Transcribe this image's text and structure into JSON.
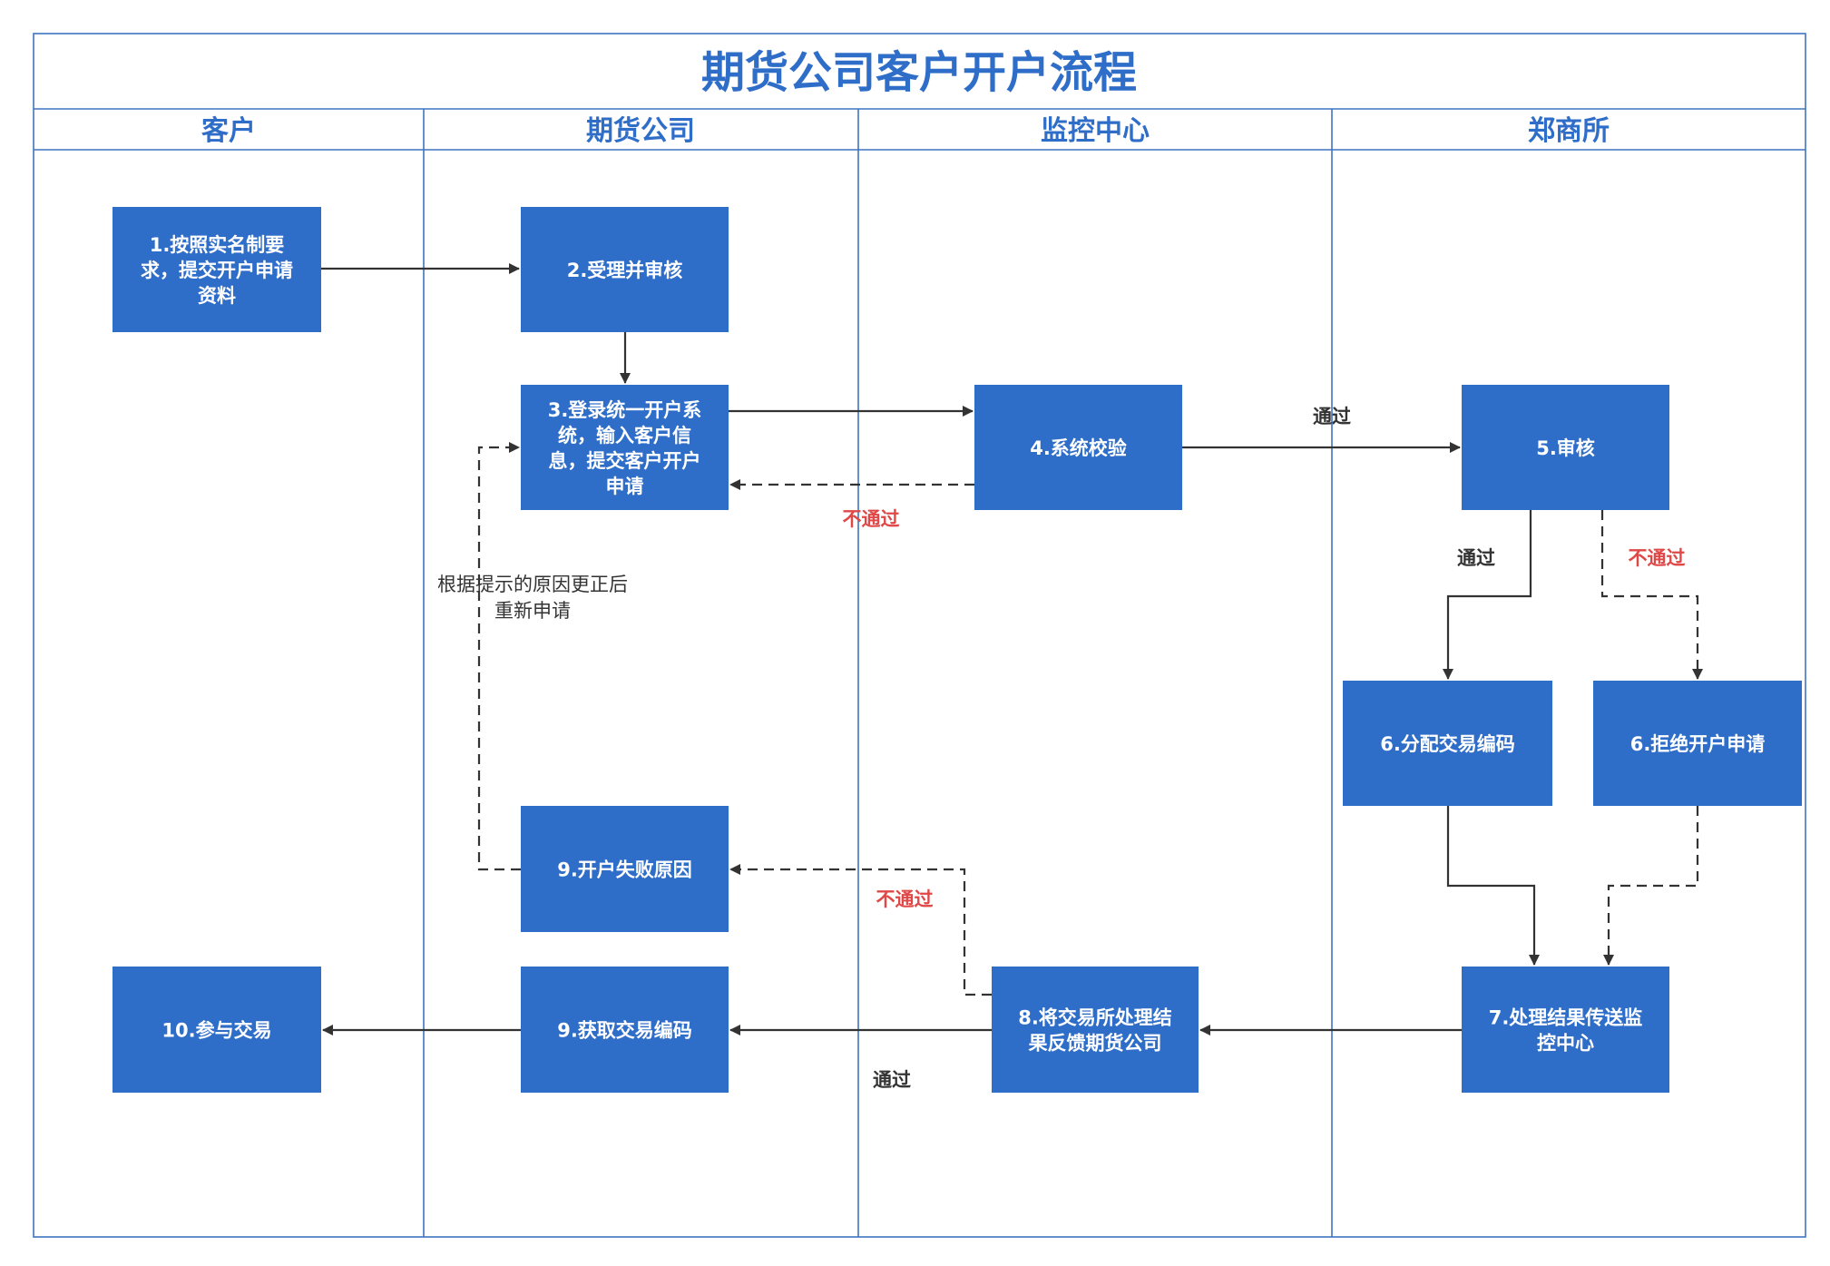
{
  "title": "期货公司客户开户流程",
  "colors": {
    "accent": "#2f6ec8",
    "box_fill": "#2f6ec8",
    "box_text": "#ffffff",
    "lane_border": "#3f74c0",
    "edge": "#333333",
    "fail_label": "#e04848"
  },
  "lanes": [
    {
      "id": "customer",
      "label": "客户"
    },
    {
      "id": "futures_company",
      "label": "期货公司"
    },
    {
      "id": "monitoring_center",
      "label": "监控中心"
    },
    {
      "id": "zce",
      "label": "郑商所"
    }
  ],
  "nodes": [
    {
      "id": "n1",
      "lane": "customer",
      "lines": [
        "1.按照实名制要",
        "求，提交开户申请",
        "资料"
      ]
    },
    {
      "id": "n2",
      "lane": "futures_company",
      "lines": [
        "2.受理并审核"
      ]
    },
    {
      "id": "n3",
      "lane": "futures_company",
      "lines": [
        "3.登录统一开户系",
        "统，输入客户信",
        "息，提交客户开户",
        "申请"
      ]
    },
    {
      "id": "n4",
      "lane": "monitoring_center",
      "lines": [
        "4.系统校验"
      ]
    },
    {
      "id": "n5",
      "lane": "zce",
      "lines": [
        "5.审核"
      ]
    },
    {
      "id": "n6a",
      "lane": "zce",
      "lines": [
        "6.分配交易编码"
      ]
    },
    {
      "id": "n6b",
      "lane": "zce",
      "lines": [
        "6.拒绝开户申请"
      ]
    },
    {
      "id": "n7",
      "lane": "zce",
      "lines": [
        "7.处理结果传送监",
        "控中心"
      ]
    },
    {
      "id": "n8",
      "lane": "monitoring_center",
      "lines": [
        "8.将交易所处理结",
        "果反馈期货公司"
      ]
    },
    {
      "id": "n9f",
      "lane": "futures_company",
      "lines": [
        "9.开户失败原因"
      ]
    },
    {
      "id": "n9g",
      "lane": "futures_company",
      "lines": [
        "9.获取交易编码"
      ]
    },
    {
      "id": "n10",
      "lane": "customer",
      "lines": [
        "10.参与交易"
      ]
    }
  ],
  "edges": [
    {
      "from": "n1",
      "to": "n2",
      "style": "solid",
      "label": ""
    },
    {
      "from": "n2",
      "to": "n3",
      "style": "solid",
      "label": ""
    },
    {
      "from": "n3",
      "to": "n4",
      "style": "solid",
      "label": ""
    },
    {
      "from": "n4",
      "to": "n3",
      "style": "dashed",
      "label": "不通过",
      "label_type": "fail"
    },
    {
      "from": "n4",
      "to": "n5",
      "style": "solid",
      "label": "通过",
      "label_type": "pass"
    },
    {
      "from": "n5",
      "to": "n6a",
      "style": "solid",
      "label": "通过",
      "label_type": "pass"
    },
    {
      "from": "n5",
      "to": "n6b",
      "style": "dashed",
      "label": "不通过",
      "label_type": "fail"
    },
    {
      "from": "n6a",
      "to": "n7",
      "style": "solid",
      "label": ""
    },
    {
      "from": "n6b",
      "to": "n7",
      "style": "dashed",
      "label": ""
    },
    {
      "from": "n7",
      "to": "n8",
      "style": "solid",
      "label": ""
    },
    {
      "from": "n8",
      "to": "n9g",
      "style": "solid",
      "label": "通过",
      "label_type": "pass"
    },
    {
      "from": "n8",
      "to": "n9f",
      "style": "dashed",
      "label": "不通过",
      "label_type": "fail"
    },
    {
      "from": "n9f",
      "to": "n3",
      "style": "dashed",
      "label": "根据提示的原因更正后重新申请",
      "label_type": "note"
    },
    {
      "from": "n9g",
      "to": "n10",
      "style": "solid",
      "label": ""
    }
  ],
  "labels": {
    "pass": "通过",
    "fail": "不通过",
    "resubmit_line1": "根据提示的原因更正后",
    "resubmit_line2": "重新申请"
  }
}
